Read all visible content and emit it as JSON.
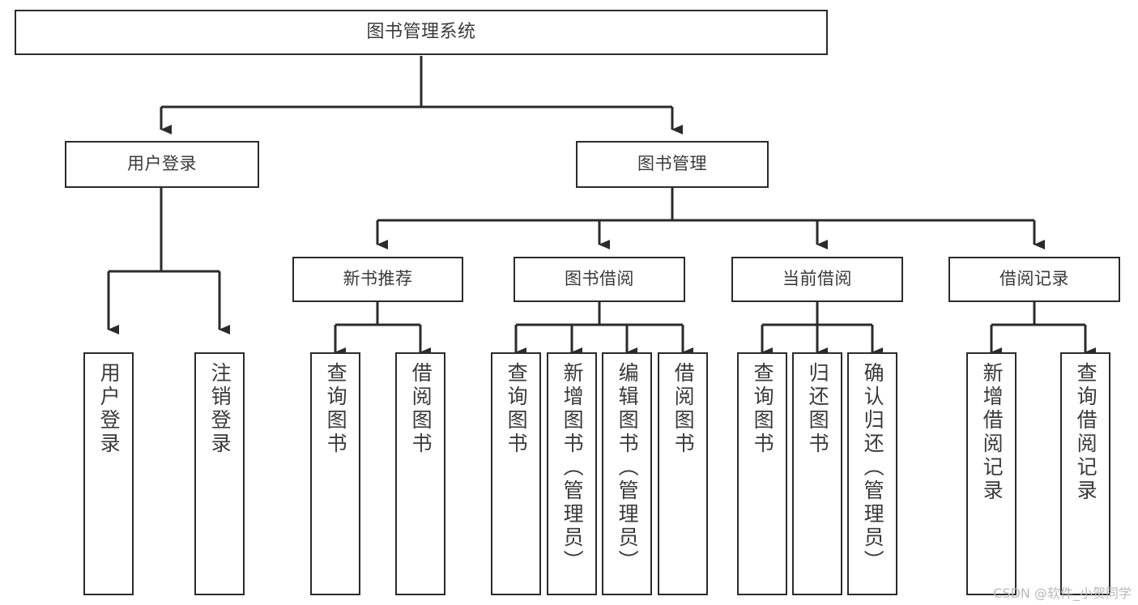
{
  "diagram": {
    "title": "图书管理系统",
    "type": "tree-hierarchy-chart",
    "colors": {
      "stroke": "#2b2b2b",
      "box_fill": "#ffffff",
      "text": "#3a3a3a",
      "background": "#ffffff",
      "watermark": "#b9b9b9"
    },
    "root": {
      "label": "图书管理系统"
    },
    "level2": [
      {
        "label": "用户登录"
      },
      {
        "label": "图书管理"
      }
    ],
    "level3": [
      {
        "label": "新书推荐"
      },
      {
        "label": "图书借阅"
      },
      {
        "label": "当前借阅"
      },
      {
        "label": "借阅记录"
      }
    ],
    "leaves": {
      "user_login": [
        {
          "label": "用户登录"
        },
        {
          "label": "注销登录"
        }
      ],
      "new_book_recommend": [
        {
          "label": "查询图书"
        },
        {
          "label": "借阅图书"
        }
      ],
      "book_borrow": [
        {
          "label": "查询图书"
        },
        {
          "label": "新增图书（管理员）"
        },
        {
          "label": "编辑图书（管理员）"
        },
        {
          "label": "借阅图书"
        }
      ],
      "current_borrow": [
        {
          "label": "查询图书"
        },
        {
          "label": "归还图书"
        },
        {
          "label": "确认归还（管理员）"
        }
      ],
      "borrow_records": [
        {
          "label": "新增借阅记录"
        },
        {
          "label": "查询借阅记录"
        }
      ]
    }
  },
  "watermark": {
    "text": "CSDN @软件_小贺同学"
  }
}
